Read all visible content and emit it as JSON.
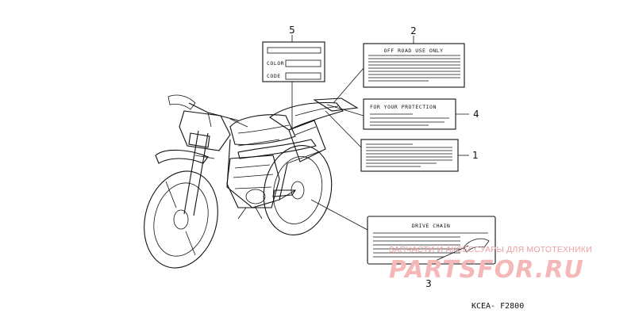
{
  "callouts": [
    {
      "number": "1"
    },
    {
      "number": "2"
    },
    {
      "number": "3"
    },
    {
      "number": "4"
    },
    {
      "number": "5"
    }
  ],
  "labels": {
    "color_label": {
      "color_text": "COLOR",
      "code_text": "CODE"
    },
    "caution_label": {
      "heading": "OFF ROAD USE ONLY"
    },
    "protection_label": {
      "heading": "FOR YOUR PROTECTION"
    },
    "drive_chain_label": {
      "heading": "DRIVE CHAIN"
    }
  },
  "diagram_code": "KCEA- F2800",
  "watermark": {
    "line": "ЗАПЧАСТИ И АКСЕССУАРЫ ДЛЯ МОТОТЕХНИКИ",
    "logo": "PARTSFOR.RU"
  }
}
